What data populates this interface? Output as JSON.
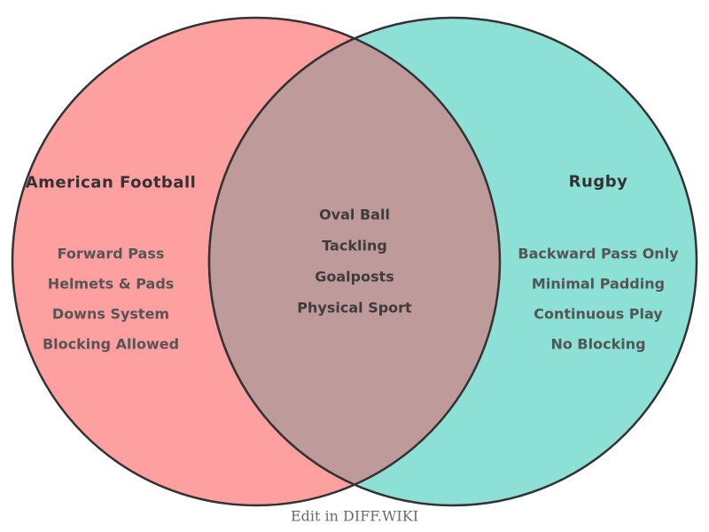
{
  "diagram": {
    "left_set": {
      "title": "American Football",
      "items": [
        "Forward Pass",
        "Helmets & Pads",
        "Downs System",
        "Blocking Allowed"
      ]
    },
    "right_set": {
      "title": "Rugby",
      "items": [
        "Backward Pass Only",
        "Minimal Padding",
        "Continuous Play",
        "No Blocking"
      ]
    },
    "intersection": {
      "items": [
        "Oval Ball",
        "Tackling",
        "Goalposts",
        "Physical Sport"
      ]
    }
  },
  "footer": {
    "edit_label": "Edit in DIFF.WIKI"
  },
  "colors": {
    "left_circle": "#FFA0A0",
    "right_circle": "#8DE0D5",
    "overlap": "#BF9A9A",
    "outline": "#333333"
  }
}
